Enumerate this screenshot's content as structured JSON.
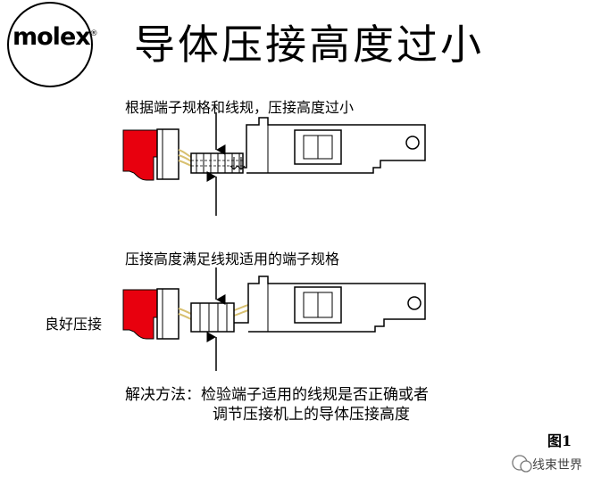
{
  "logo": {
    "text": "molex",
    "mark": "®"
  },
  "title": "导体压接高度过小",
  "diagram1": {
    "caption": "根据端子规格和线规，压接高度过小"
  },
  "diagram2": {
    "caption": "压接高度满足线规适用的端子规格",
    "label": "良好压接"
  },
  "solution": {
    "line1": "解决方法：检验端子适用的线规是否正确或者",
    "line2": "调节压接机上的导体压接高度"
  },
  "figure_label": "图1",
  "watermark": "线束世界",
  "colors": {
    "insulation": "#e8000e",
    "strands": "#d8c070",
    "line": "#000000"
  }
}
